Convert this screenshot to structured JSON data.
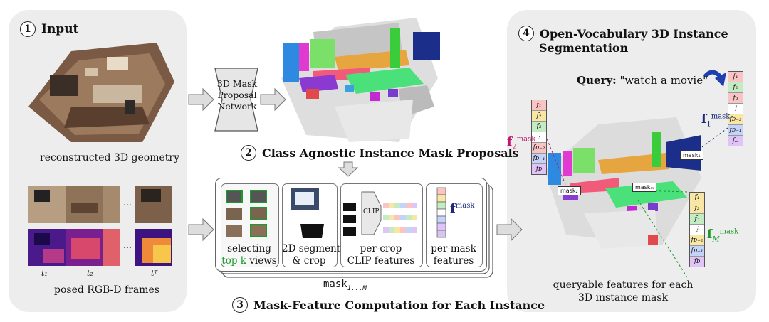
{
  "panel1": {
    "num": "1",
    "title": "Input",
    "geometry_caption": "reconstructed 3D geometry",
    "frames_caption": "posed RGB-D frames",
    "time_labels": [
      "t₁",
      "t₂",
      "tᵀ"
    ],
    "dots": "…"
  },
  "network": {
    "label_lines": [
      "3D Mask",
      "Proposal",
      "Network"
    ]
  },
  "step2": {
    "num": "2",
    "title": "Class Agnostic Instance Mask Proposals"
  },
  "step3": {
    "num": "3",
    "title": "Mask-Feature Computation for Each Instance",
    "mask_label": "mask",
    "mask_sub": "1...M",
    "sub1_line1": "selecting",
    "sub1_line2_green": "top k",
    "sub1_line2_rest": " views",
    "sub2_line1": "2D segment",
    "sub2_line2": "& crop",
    "sub3_line1": "per-crop",
    "sub3_line2": "CLIP features",
    "clip_label": "CLIP",
    "sub4_line1": "per-mask",
    "sub4_line2": "features",
    "fmask_base": "f",
    "fmask_sup": "mask"
  },
  "panel4": {
    "num": "4",
    "title_line1": "Open-Vocabulary 3D Instance",
    "title_line2": "Segmentation",
    "query_label": "Query:",
    "query_text": "\"watch a movie\"",
    "caption_line1": "queryable features for each",
    "caption_line2": "3D instance mask",
    "f1_base": "f",
    "f1_sub": "1",
    "f1_sup": "mask",
    "f2_base": "f",
    "f2_sub": "2",
    "f2_sup": "mask",
    "fM_base": "f",
    "fM_sub": "M",
    "fM_sup": "mask",
    "mask1_label": "mask₁",
    "mask2_label": "mask₂",
    "maskM_label": "maskₘ",
    "vec_entries": [
      "f₁",
      "f₂",
      "f₃",
      "⋮",
      "fᴅ₋₂",
      "fᴅ₋₁",
      "fᴅ"
    ]
  },
  "colors": {
    "green": "#1a9b2a",
    "magenta": "#c2166e",
    "navy": "#1a2a7a",
    "arrow_blue": "#1f3fae"
  }
}
